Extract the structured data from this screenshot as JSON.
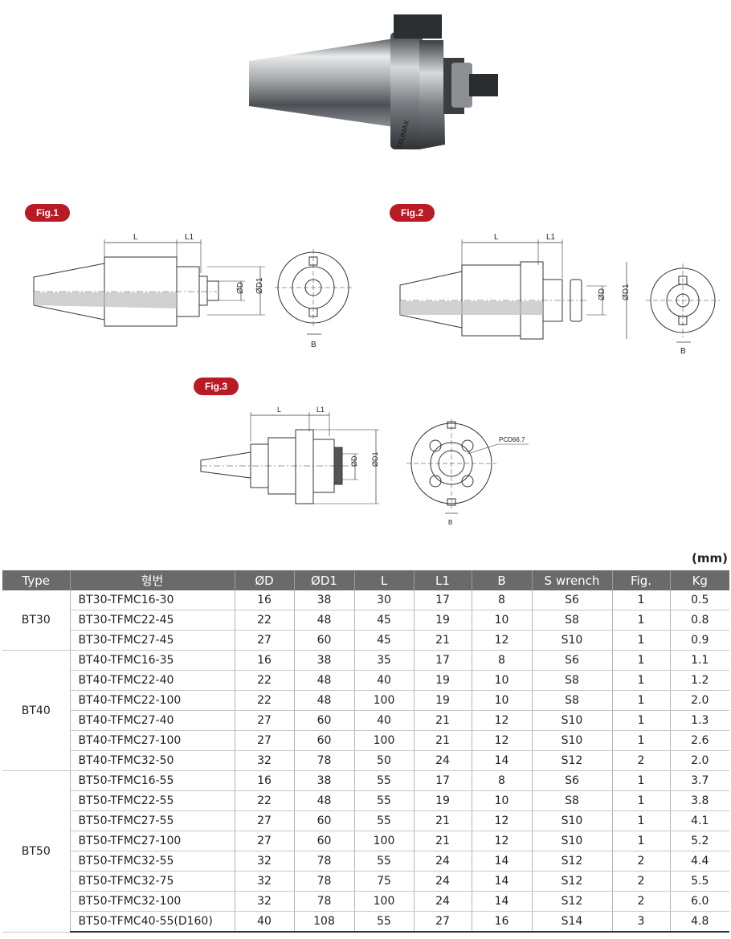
{
  "product_image": {
    "brand_text": "TAUMAX"
  },
  "figures": [
    {
      "id": "fig1",
      "label": "Fig.1",
      "dims": [
        "L",
        "L1",
        "ØD",
        "ØD1",
        "B"
      ]
    },
    {
      "id": "fig2",
      "label": "Fig.2",
      "dims": [
        "L",
        "L1",
        "ØD",
        "ØD1",
        "B"
      ]
    },
    {
      "id": "fig3",
      "label": "Fig.3",
      "dims": [
        "L",
        "L1",
        "ØD",
        "ØD1",
        "B"
      ],
      "pcd": "PCD66.7"
    }
  ],
  "unit": "(mm)",
  "table": {
    "headers": [
      "Type",
      "형번",
      "ØD",
      "ØD1",
      "L",
      "L1",
      "B",
      "S wrench",
      "Fig.",
      "Kg"
    ],
    "groups": [
      {
        "type": "BT30",
        "rows": [
          [
            "BT30-TFMC16-30",
            "16",
            "38",
            "30",
            "17",
            "8",
            "S6",
            "1",
            "0.5"
          ],
          [
            "BT30-TFMC22-45",
            "22",
            "48",
            "45",
            "19",
            "10",
            "S8",
            "1",
            "0.8"
          ],
          [
            "BT30-TFMC27-45",
            "27",
            "60",
            "45",
            "21",
            "12",
            "S10",
            "1",
            "0.9"
          ]
        ]
      },
      {
        "type": "BT40",
        "rows": [
          [
            "BT40-TFMC16-35",
            "16",
            "38",
            "35",
            "17",
            "8",
            "S6",
            "1",
            "1.1"
          ],
          [
            "BT40-TFMC22-40",
            "22",
            "48",
            "40",
            "19",
            "10",
            "S8",
            "1",
            "1.2"
          ],
          [
            "BT40-TFMC22-100",
            "22",
            "48",
            "100",
            "19",
            "10",
            "S8",
            "1",
            "2.0"
          ],
          [
            "BT40-TFMC27-40",
            "27",
            "60",
            "40",
            "21",
            "12",
            "S10",
            "1",
            "1.3"
          ],
          [
            "BT40-TFMC27-100",
            "27",
            "60",
            "100",
            "21",
            "12",
            "S10",
            "1",
            "2.6"
          ],
          [
            "BT40-TFMC32-50",
            "32",
            "78",
            "50",
            "24",
            "14",
            "S12",
            "2",
            "2.0"
          ]
        ]
      },
      {
        "type": "BT50",
        "rows": [
          [
            "BT50-TFMC16-55",
            "16",
            "38",
            "55",
            "17",
            "8",
            "S6",
            "1",
            "3.7"
          ],
          [
            "BT50-TFMC22-55",
            "22",
            "48",
            "55",
            "19",
            "10",
            "S8",
            "1",
            "3.8"
          ],
          [
            "BT50-TFMC27-55",
            "27",
            "60",
            "55",
            "21",
            "12",
            "S10",
            "1",
            "4.1"
          ],
          [
            "BT50-TFMC27-100",
            "27",
            "60",
            "100",
            "21",
            "12",
            "S10",
            "1",
            "5.2"
          ],
          [
            "BT50-TFMC32-55",
            "32",
            "78",
            "55",
            "24",
            "14",
            "S12",
            "2",
            "4.4"
          ],
          [
            "BT50-TFMC32-75",
            "32",
            "78",
            "75",
            "24",
            "14",
            "S12",
            "2",
            "5.5"
          ],
          [
            "BT50-TFMC32-100",
            "32",
            "78",
            "100",
            "24",
            "14",
            "S12",
            "2",
            "6.0"
          ],
          [
            "BT50-TFMC40-55(D160)",
            "40",
            "108",
            "55",
            "27",
            "16",
            "S14",
            "3",
            "4.8"
          ]
        ]
      }
    ]
  },
  "colors": {
    "badge": "#b81b25",
    "header_bg": "#6a6a6a",
    "group_divider": "#b81b25"
  }
}
